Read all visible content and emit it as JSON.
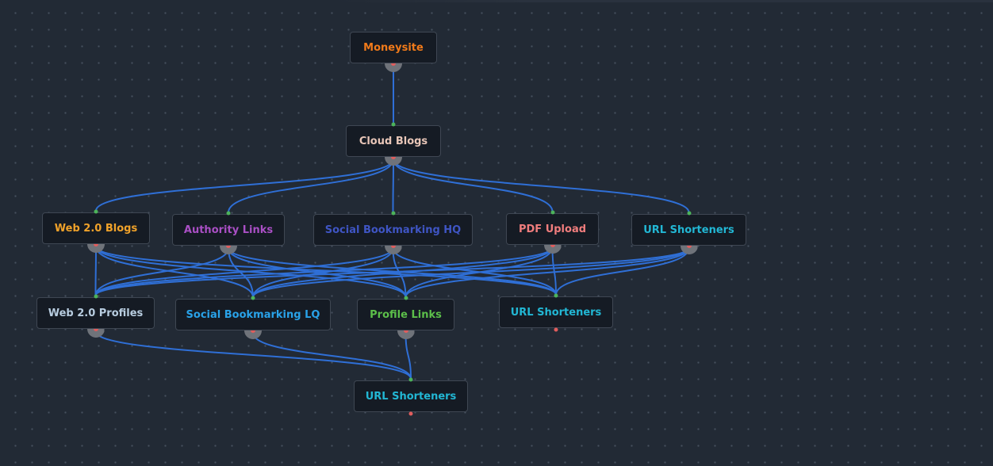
{
  "diagram": {
    "nodes": [
      {
        "id": "moneysite",
        "label": "Moneysite",
        "color": "#f07a1a"
      },
      {
        "id": "cloud-blogs",
        "label": "Cloud Blogs",
        "color": "#e8c6b8"
      },
      {
        "id": "web20-blogs",
        "label": "Web 2.0 Blogs",
        "color": "#f0a22a"
      },
      {
        "id": "authority-links",
        "label": "Authority Links",
        "color": "#a94fc4"
      },
      {
        "id": "social-bookmarking-hq",
        "label": "Social Bookmarking HQ",
        "color": "#3f55c4"
      },
      {
        "id": "pdf-upload",
        "label": "PDF Upload",
        "color": "#f07d7d"
      },
      {
        "id": "url-shorteners-1",
        "label": "URL Shorteners",
        "color": "#22b7d4"
      },
      {
        "id": "web20-profiles",
        "label": "Web 2.0 Profiles",
        "color": "#b8cde0"
      },
      {
        "id": "social-bookmarking-lq",
        "label": "Social Bookmarking LQ",
        "color": "#29a2e8"
      },
      {
        "id": "profile-links",
        "label": "Profile Links",
        "color": "#5cbf4a"
      },
      {
        "id": "url-shorteners-2",
        "label": "URL Shorteners",
        "color": "#22b7d4"
      },
      {
        "id": "url-shorteners-3",
        "label": "URL Shorteners",
        "color": "#22b7d4"
      }
    ],
    "edges": [
      [
        "moneysite",
        "cloud-blogs"
      ],
      [
        "cloud-blogs",
        "web20-blogs"
      ],
      [
        "cloud-blogs",
        "authority-links"
      ],
      [
        "cloud-blogs",
        "social-bookmarking-hq"
      ],
      [
        "cloud-blogs",
        "pdf-upload"
      ],
      [
        "cloud-blogs",
        "url-shorteners-1"
      ],
      [
        "web20-blogs",
        "web20-profiles"
      ],
      [
        "web20-blogs",
        "social-bookmarking-lq"
      ],
      [
        "web20-blogs",
        "profile-links"
      ],
      [
        "web20-blogs",
        "url-shorteners-2"
      ],
      [
        "authority-links",
        "web20-profiles"
      ],
      [
        "authority-links",
        "social-bookmarking-lq"
      ],
      [
        "authority-links",
        "profile-links"
      ],
      [
        "authority-links",
        "url-shorteners-2"
      ],
      [
        "social-bookmarking-hq",
        "web20-profiles"
      ],
      [
        "social-bookmarking-hq",
        "social-bookmarking-lq"
      ],
      [
        "social-bookmarking-hq",
        "profile-links"
      ],
      [
        "social-bookmarking-hq",
        "url-shorteners-2"
      ],
      [
        "pdf-upload",
        "web20-profiles"
      ],
      [
        "pdf-upload",
        "social-bookmarking-lq"
      ],
      [
        "pdf-upload",
        "profile-links"
      ],
      [
        "pdf-upload",
        "url-shorteners-2"
      ],
      [
        "url-shorteners-1",
        "web20-profiles"
      ],
      [
        "url-shorteners-1",
        "social-bookmarking-lq"
      ],
      [
        "url-shorteners-1",
        "profile-links"
      ],
      [
        "url-shorteners-1",
        "url-shorteners-2"
      ],
      [
        "web20-profiles",
        "url-shorteners-3"
      ],
      [
        "social-bookmarking-lq",
        "url-shorteners-3"
      ],
      [
        "profile-links",
        "url-shorteners-3"
      ]
    ],
    "colors": {
      "background": "#222a35",
      "edge": "#2f6fd6",
      "node_fill": "#151b24",
      "node_border": "#3f4753",
      "input_handle": "#4cb35a",
      "output_handle": "#e05d5d"
    }
  }
}
